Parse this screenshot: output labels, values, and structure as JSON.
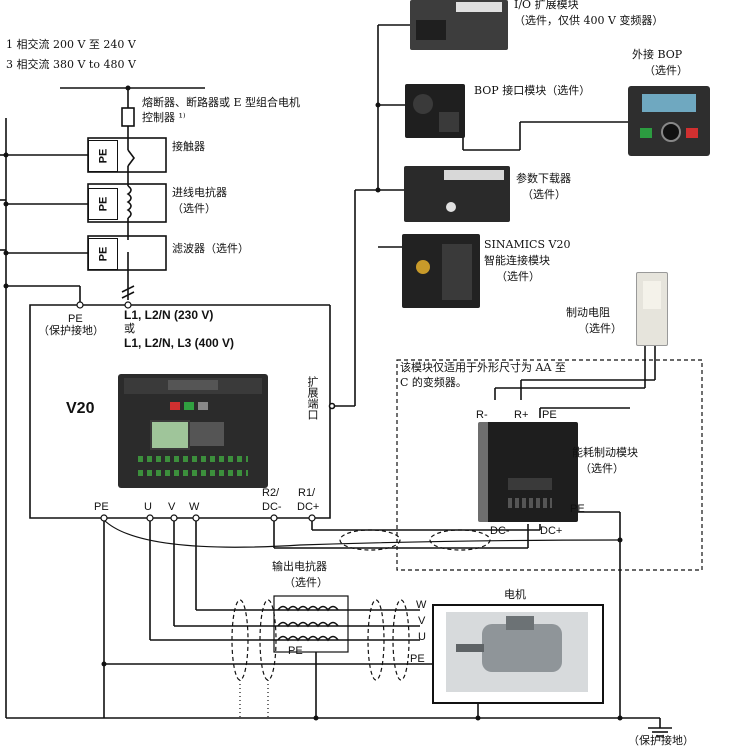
{
  "supply": {
    "line1": "1 相交流 200 V 至 240 V",
    "line2": "3 相交流 380 V to 480 V"
  },
  "fuse_label": "熔断器、断路器或 E 型组合电机控制器 ¹⁾",
  "fuse_line1": "熔断器、断路器或 E 型组合电机",
  "fuse_line2": "控制器 ¹⁾",
  "contactor": "接触器",
  "line_reactor": {
    "name": "进线电抗器",
    "opt": "（选件）"
  },
  "filter": "滤波器（选件）",
  "pe_text": "PE",
  "pe_ground": "（保护接地）",
  "input_terminals": {
    "l1": "L1, L2/N (230 V)",
    "or": "或",
    "l2": "L1, L2/N, L3 (400 V)"
  },
  "drive_name": "V20",
  "expansion_port": "扩展端口",
  "io_module": {
    "name": "I/O 扩展模块",
    "opt": "（选件，仅供 400 V 变频器）"
  },
  "bop_interface": "BOP 接口模块（选件）",
  "external_bop": {
    "name": "外接 BOP",
    "opt": "（选件）"
  },
  "param_loader": {
    "name": "参数下载器",
    "opt": "（选件）"
  },
  "smart_module": {
    "line1": "SINAMICS V20",
    "line2": "智能连接模块",
    "opt": "（选件）"
  },
  "brake_resistor": {
    "name": "制动电阻",
    "opt": "（选件）"
  },
  "note": {
    "line1": "该模块仅适用于外形尺寸为 AA 至",
    "line2": "C 的变频器。"
  },
  "brake_module": {
    "name": "能耗制动模块",
    "opt": "（选件）",
    "r_minus": "R-",
    "r_plus": "R+",
    "pe": "PE",
    "dc_minus": "DC-",
    "dc_plus": "DC+",
    "pe2": "PE"
  },
  "drive_terminals": {
    "pe": "PE",
    "u": "U",
    "v": "V",
    "w": "W",
    "r2": "R2/",
    "dcm": "DC-",
    "r1": "R1/",
    "dcp": "DC+"
  },
  "output_reactor": {
    "name": "输出电抗器",
    "opt": "（选件）",
    "pe": "PE"
  },
  "motor": {
    "name": "电机",
    "w": "W",
    "v": "V",
    "u": "U",
    "pe": "PE"
  },
  "ground_bottom": "（保护接地）"
}
